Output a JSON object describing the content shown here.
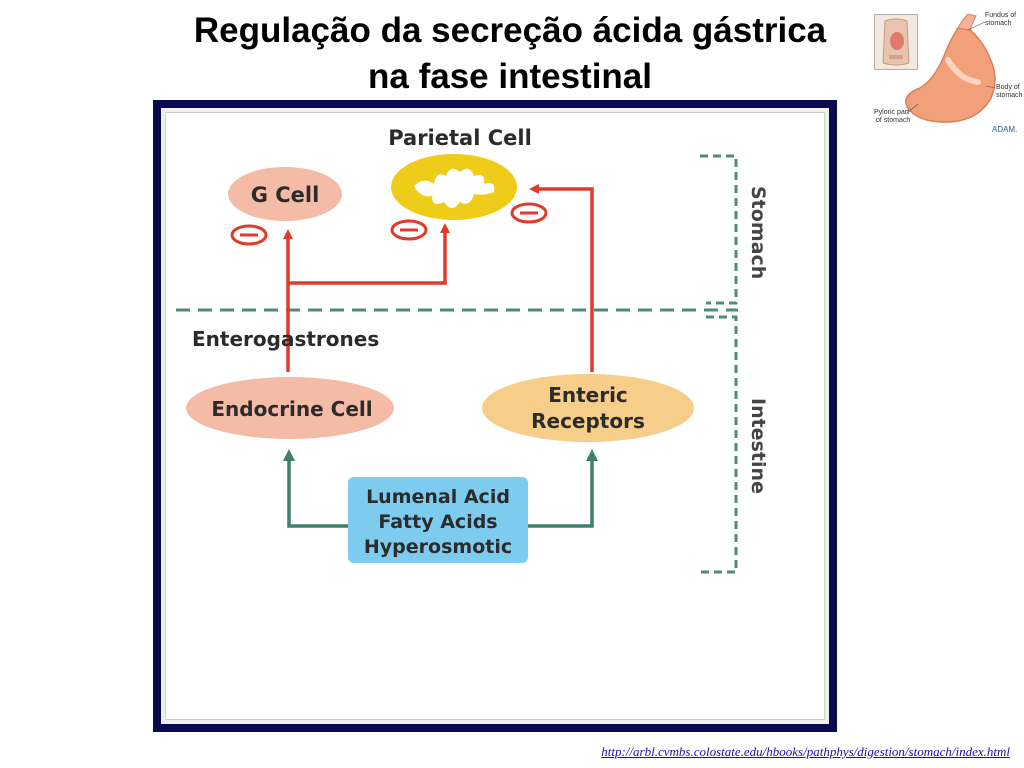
{
  "title": {
    "line1": "Regulação da secreção ácida gástrica",
    "line2": "na fase intestinal"
  },
  "diagram": {
    "parietal_label": "Parietal Cell",
    "g_cell": "G Cell",
    "enterogastrones": "Enterogastrones",
    "endocrine_cell": "Endocrine Cell",
    "enteric_receptors": [
      "Enteric",
      "Receptors"
    ],
    "lumen_box": [
      "Lumenal Acid",
      "Fatty Acids",
      "Hyperosmotic"
    ],
    "region_stomach": "Stomach",
    "region_intestine": "Intestine",
    "inhibit_symbol": "−",
    "colors": {
      "inhibit_arrow": "#e03a2a",
      "stimulus_arrow": "#3f7f6f",
      "g_cell_fill": "#f4bca7",
      "endocrine_fill": "#f4bca7",
      "enteric_fill": "#f7cd8a",
      "lumen_fill": "#7ecbf0",
      "parietal_fill": "#f0cc1a",
      "divider": "#4f8a7a"
    }
  },
  "anatomy": {
    "fundus": [
      "Fundus of",
      "stomach"
    ],
    "body": [
      "Body of",
      "stomach"
    ],
    "pyloric": [
      "Pyloric part",
      "of stomach"
    ],
    "adam": "ADAM."
  },
  "source_url": "http://arbl.cvmbs.colostate.edu/hbooks/pathphys/digestion/stomach/index.html"
}
